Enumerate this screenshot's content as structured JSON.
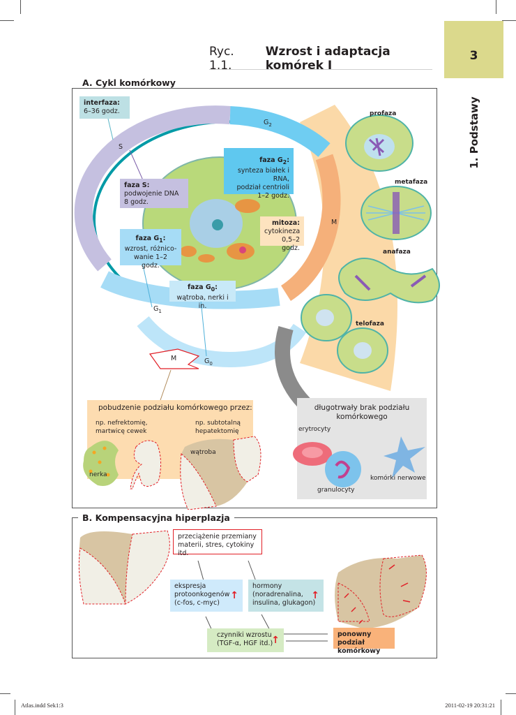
{
  "header": {
    "figure_number": "Ryc. 1.1.",
    "figure_title": "Wzrost i adaptacja komórek I",
    "page_number": "3",
    "chapter": "1. Podstawy",
    "tab_color": "#dbd98c"
  },
  "section_a": {
    "title": "A. Cykl komórkowy",
    "phase_labels": {
      "s": "S",
      "g2": "G",
      "g2_sub": "2",
      "m": "M",
      "g1": "G",
      "g1_sub": "1",
      "g0": "G",
      "g0_sub": "0",
      "m_exit": "M"
    },
    "callouts": {
      "interphase": {
        "title": "interfaza:",
        "text": "6–36 godz."
      },
      "s_phase": {
        "title": "faza S:",
        "line1": "podwojenie DNA",
        "line2": "8 godz."
      },
      "g2_phase": {
        "title": "faza G",
        "title_sub": "2",
        "title_end": ":",
        "line1": "synteza białek i RNA,",
        "line2": "podział centrioli",
        "line3": "1–2 godz."
      },
      "g1_phase": {
        "title": "faza G",
        "title_sub": "1",
        "title_end": ":",
        "line1": "wzrost, różnico-",
        "line2": "wanie 1–2 godz."
      },
      "g0_phase": {
        "title": "faza G",
        "title_sub": "0",
        "title_end": ":",
        "line1": "wątroba, nerki i in."
      },
      "mitosis": {
        "title": "mitoza:",
        "line1": "cytokineza",
        "line2": "0,5–2 godz."
      }
    },
    "mitosis_stages": [
      "profaza",
      "metafaza",
      "anafaza",
      "telofaza"
    ],
    "stimulation": {
      "title": "pobudzenie podziału komórkowego przez:",
      "left_line1": "np. nefrektomię,",
      "left_line2": "martwicę cewek",
      "right_line1": "np. subtotalną",
      "right_line2": "hepatektomię",
      "kidney_label": "nerka",
      "liver_label": "wątroba"
    },
    "no_division": {
      "title_line1": "długotrwały brak podziału",
      "title_line2": "komórkowego",
      "erythrocytes": "erytrocyty",
      "granulocytes": "granulocyty",
      "neurons": "komórki nerwowe"
    },
    "colors": {
      "interphase": "#c5c0e0",
      "g_phase": "#9fd8f3",
      "mitosis": "#f5b07a",
      "ring": "#009aa6",
      "cell": "#b9d97a"
    }
  },
  "section_b": {
    "title": "B. Kompensacyjna hiperplazja",
    "trigger": {
      "line1": "przeciążenie przemiany",
      "line2": "materii, stres, cytokiny itd."
    },
    "protooncogenes": {
      "line1": "ekspresja",
      "line2": "protoonkogenów",
      "line3": "(c-fos, c-myc)",
      "arrow": "↑"
    },
    "hormones": {
      "line1": "hormony",
      "line2": "(noradrenalina,",
      "line3": "insulina, glukagon)",
      "arrow": "↑"
    },
    "growth_factors": {
      "line1": "czynniki wzrostu",
      "line2": "(TGF-α, HGF itd.)",
      "arrow": "↑"
    },
    "result": {
      "line1": "ponowny podział",
      "line2": "komórkowy"
    }
  },
  "footer": {
    "left": "Atlas.indd   Sek1:3",
    "right": "2011-02-19   20:31:21"
  }
}
